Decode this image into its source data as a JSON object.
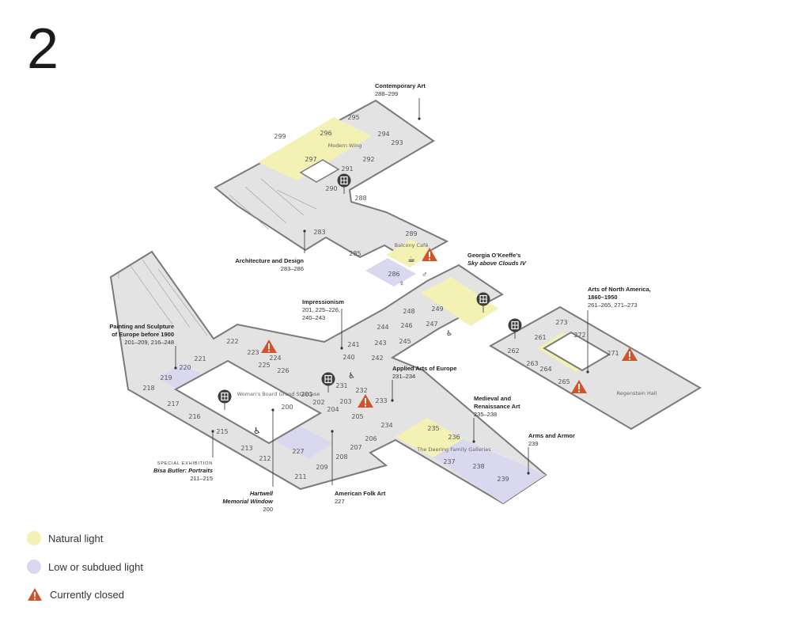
{
  "floor": "2",
  "colors": {
    "natural": "#f3f1b4",
    "subdued": "#dad8ef",
    "floor": "#e3e3e3",
    "wall": "#7a7a7a",
    "closed": "#d2532a"
  },
  "legend": [
    {
      "label": "Natural light",
      "color": "#f3f1b4"
    },
    {
      "label": "Low or subdued light",
      "color": "#dad8ef"
    },
    {
      "label": "Currently closed",
      "icon": "warning-triangle-icon"
    }
  ],
  "places": [
    "Modern Wing",
    "Balcony Café",
    "Woman's Board Grand Staircase",
    "The Deering Family Galleries",
    "Regenstein Hall"
  ],
  "rooms": [
    "295",
    "294",
    "293",
    "299",
    "296",
    "292",
    "297",
    "291",
    "290",
    "288",
    "289",
    "283",
    "285",
    "286",
    "249",
    "248",
    "244",
    "246",
    "247",
    "245",
    "241",
    "243",
    "240",
    "242",
    "222",
    "223",
    "224",
    "225",
    "226",
    "221",
    "220",
    "219",
    "218",
    "217",
    "216",
    "215",
    "213",
    "212",
    "211",
    "209",
    "208",
    "207",
    "206",
    "227",
    "201",
    "202",
    "203",
    "204",
    "205",
    "200",
    "231",
    "232",
    "233",
    "234",
    "235",
    "236",
    "237",
    "238",
    "239",
    "273",
    "261",
    "272",
    "262",
    "263",
    "264",
    "271",
    "265"
  ],
  "labels": [
    {
      "id": "contemporary",
      "title": "Contemporary Art",
      "sub": "288–299"
    },
    {
      "id": "architecture",
      "title": "Architecture and Design",
      "sub": "283–286"
    },
    {
      "id": "okeeffe",
      "title": "Georgia O’Keeffe’s",
      "title2": "Sky above Clouds IV"
    },
    {
      "id": "impressionism",
      "title": "Impressionism",
      "sub": "201, 225–226,",
      "sub2": "240–243"
    },
    {
      "id": "painting",
      "title": "Painting and Sculpture",
      "title2": "of Europe before 1900",
      "sub": "201–209, 216–248"
    },
    {
      "id": "north-america",
      "title": "Arts of North America,",
      "title2": "1860–1950",
      "sub": "261–265, 271–273"
    },
    {
      "id": "applied",
      "title": "Applied Arts of Europe",
      "sub": "231–234"
    },
    {
      "id": "medieval",
      "title": "Medieval and",
      "title2": "Renaissance Art",
      "sub": "235–238"
    },
    {
      "id": "arms",
      "title": "Arms and Armor",
      "sub": "239"
    },
    {
      "id": "special",
      "tag": "SPECIAL EXHIBITION",
      "title": "Bisa Butler: Portraits",
      "sub": "211–215"
    },
    {
      "id": "hartwell",
      "title": "Hartwell",
      "title2": "Memorial Window",
      "sub": "200"
    },
    {
      "id": "folk",
      "title": "American Folk Art",
      "sub": "227"
    }
  ]
}
